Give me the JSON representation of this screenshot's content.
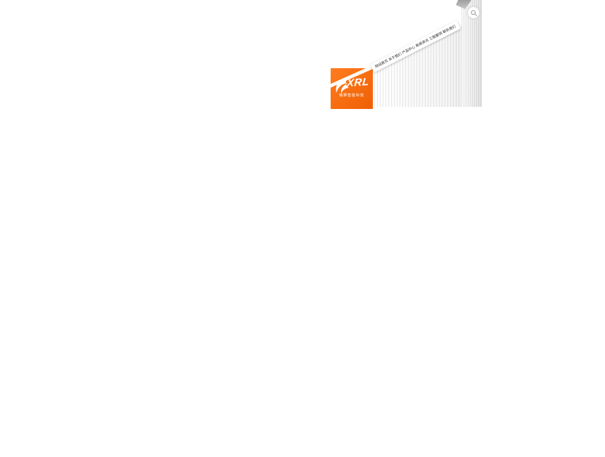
{
  "logo": {
    "text": "XRL",
    "subtext": "瑞狮智能科技",
    "bg_color": "#f4660a"
  },
  "nav": {
    "items": [
      {
        "label": "网站首页"
      },
      {
        "label": "关于我们"
      },
      {
        "label": "产品中心"
      },
      {
        "label": "新闻资讯"
      },
      {
        "label": "工程案例"
      },
      {
        "label": "联系我们"
      }
    ]
  },
  "search": {
    "icon": "search-icon"
  },
  "colors": {
    "accent_orange": "#f4660a",
    "nav_text": "#222222",
    "strip_gray": "#e6e6e6"
  }
}
